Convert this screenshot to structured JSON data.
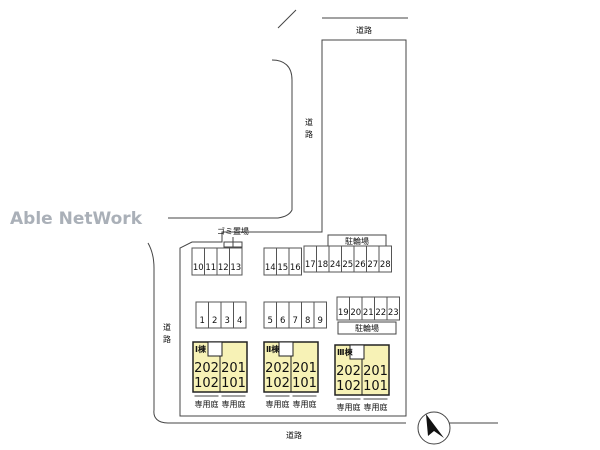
{
  "watermark": "Able NetWork",
  "roads": {
    "top": "道路",
    "right_of_site": "道路",
    "left": "道路",
    "bottom": "道路"
  },
  "garbage_area": "ゴミ置場",
  "bicycle_parking": {
    "upper": "駐輪場",
    "lower": "駐輪場"
  },
  "parking_rows": {
    "row_10_13": [
      "10",
      "11",
      "12",
      "13"
    ],
    "row_14_16": [
      "14",
      "15",
      "16"
    ],
    "row_17_28": [
      "17",
      "18",
      "24",
      "25",
      "26",
      "27",
      "28"
    ],
    "row_1_4": [
      "1",
      "2",
      "3",
      "4"
    ],
    "row_5_9": [
      "5",
      "6",
      "7",
      "8",
      "9"
    ],
    "row_19_23": [
      "19",
      "20",
      "21",
      "22",
      "23"
    ]
  },
  "buildings": [
    {
      "name": "Ⅰ棟",
      "units": [
        "202",
        "201",
        "102",
        "101"
      ],
      "gardens": [
        "専用庭",
        "専用庭"
      ]
    },
    {
      "name": "Ⅱ棟",
      "units": [
        "202",
        "201",
        "102",
        "101"
      ],
      "gardens": [
        "専用庭",
        "専用庭"
      ]
    },
    {
      "name": "Ⅲ棟",
      "units": [
        "202",
        "201",
        "102",
        "101"
      ],
      "gardens": [
        "専用庭",
        "専用庭"
      ]
    }
  ],
  "colors": {
    "building_fill": "#f7f2b6",
    "line": "#333333",
    "watermark": "#aab0b8"
  },
  "compass": "north-arrow"
}
